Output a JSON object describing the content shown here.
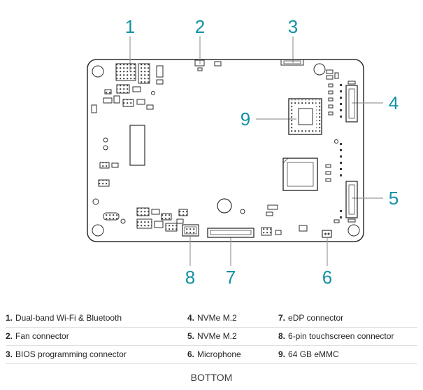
{
  "colors": {
    "accent": "#1292a5",
    "leader": "#9b9b9b",
    "divider": "#e0e0e0",
    "text": "#262626"
  },
  "callouts": [
    "1",
    "2",
    "3",
    "4",
    "5",
    "6",
    "7",
    "8",
    "9"
  ],
  "legend": {
    "items": [
      {
        "num": "1.",
        "label": "Dual-band Wi-Fi & Bluetooth"
      },
      {
        "num": "2.",
        "label": "Fan connector"
      },
      {
        "num": "3.",
        "label": "BIOS programming connector"
      },
      {
        "num": "4.",
        "label": "NVMe M.2"
      },
      {
        "num": "5.",
        "label": "NVMe M.2"
      },
      {
        "num": "6.",
        "label": "Microphone"
      },
      {
        "num": "7.",
        "label": "eDP connector"
      },
      {
        "num": "8.",
        "label": "6-pin touchscreen connector"
      },
      {
        "num": "9.",
        "label": "64 GB eMMC"
      }
    ]
  },
  "footer": {
    "view_label": "BOTTOM"
  }
}
